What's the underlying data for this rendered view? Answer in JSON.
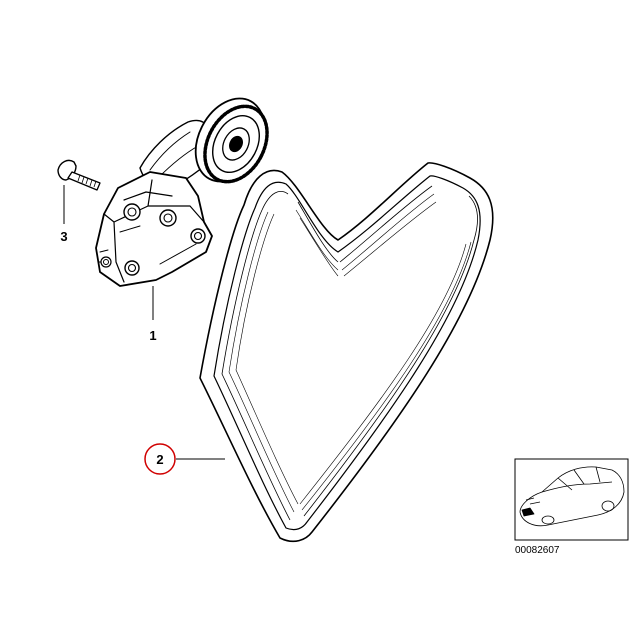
{
  "diagram": {
    "callouts": {
      "tensioner": "1",
      "belt": "2",
      "bolt": "3"
    },
    "thumbnail": {
      "code": "00082607"
    },
    "colors": {
      "line": "#000000",
      "highlight_circle": "#d00000",
      "background": "#ffffff"
    }
  }
}
